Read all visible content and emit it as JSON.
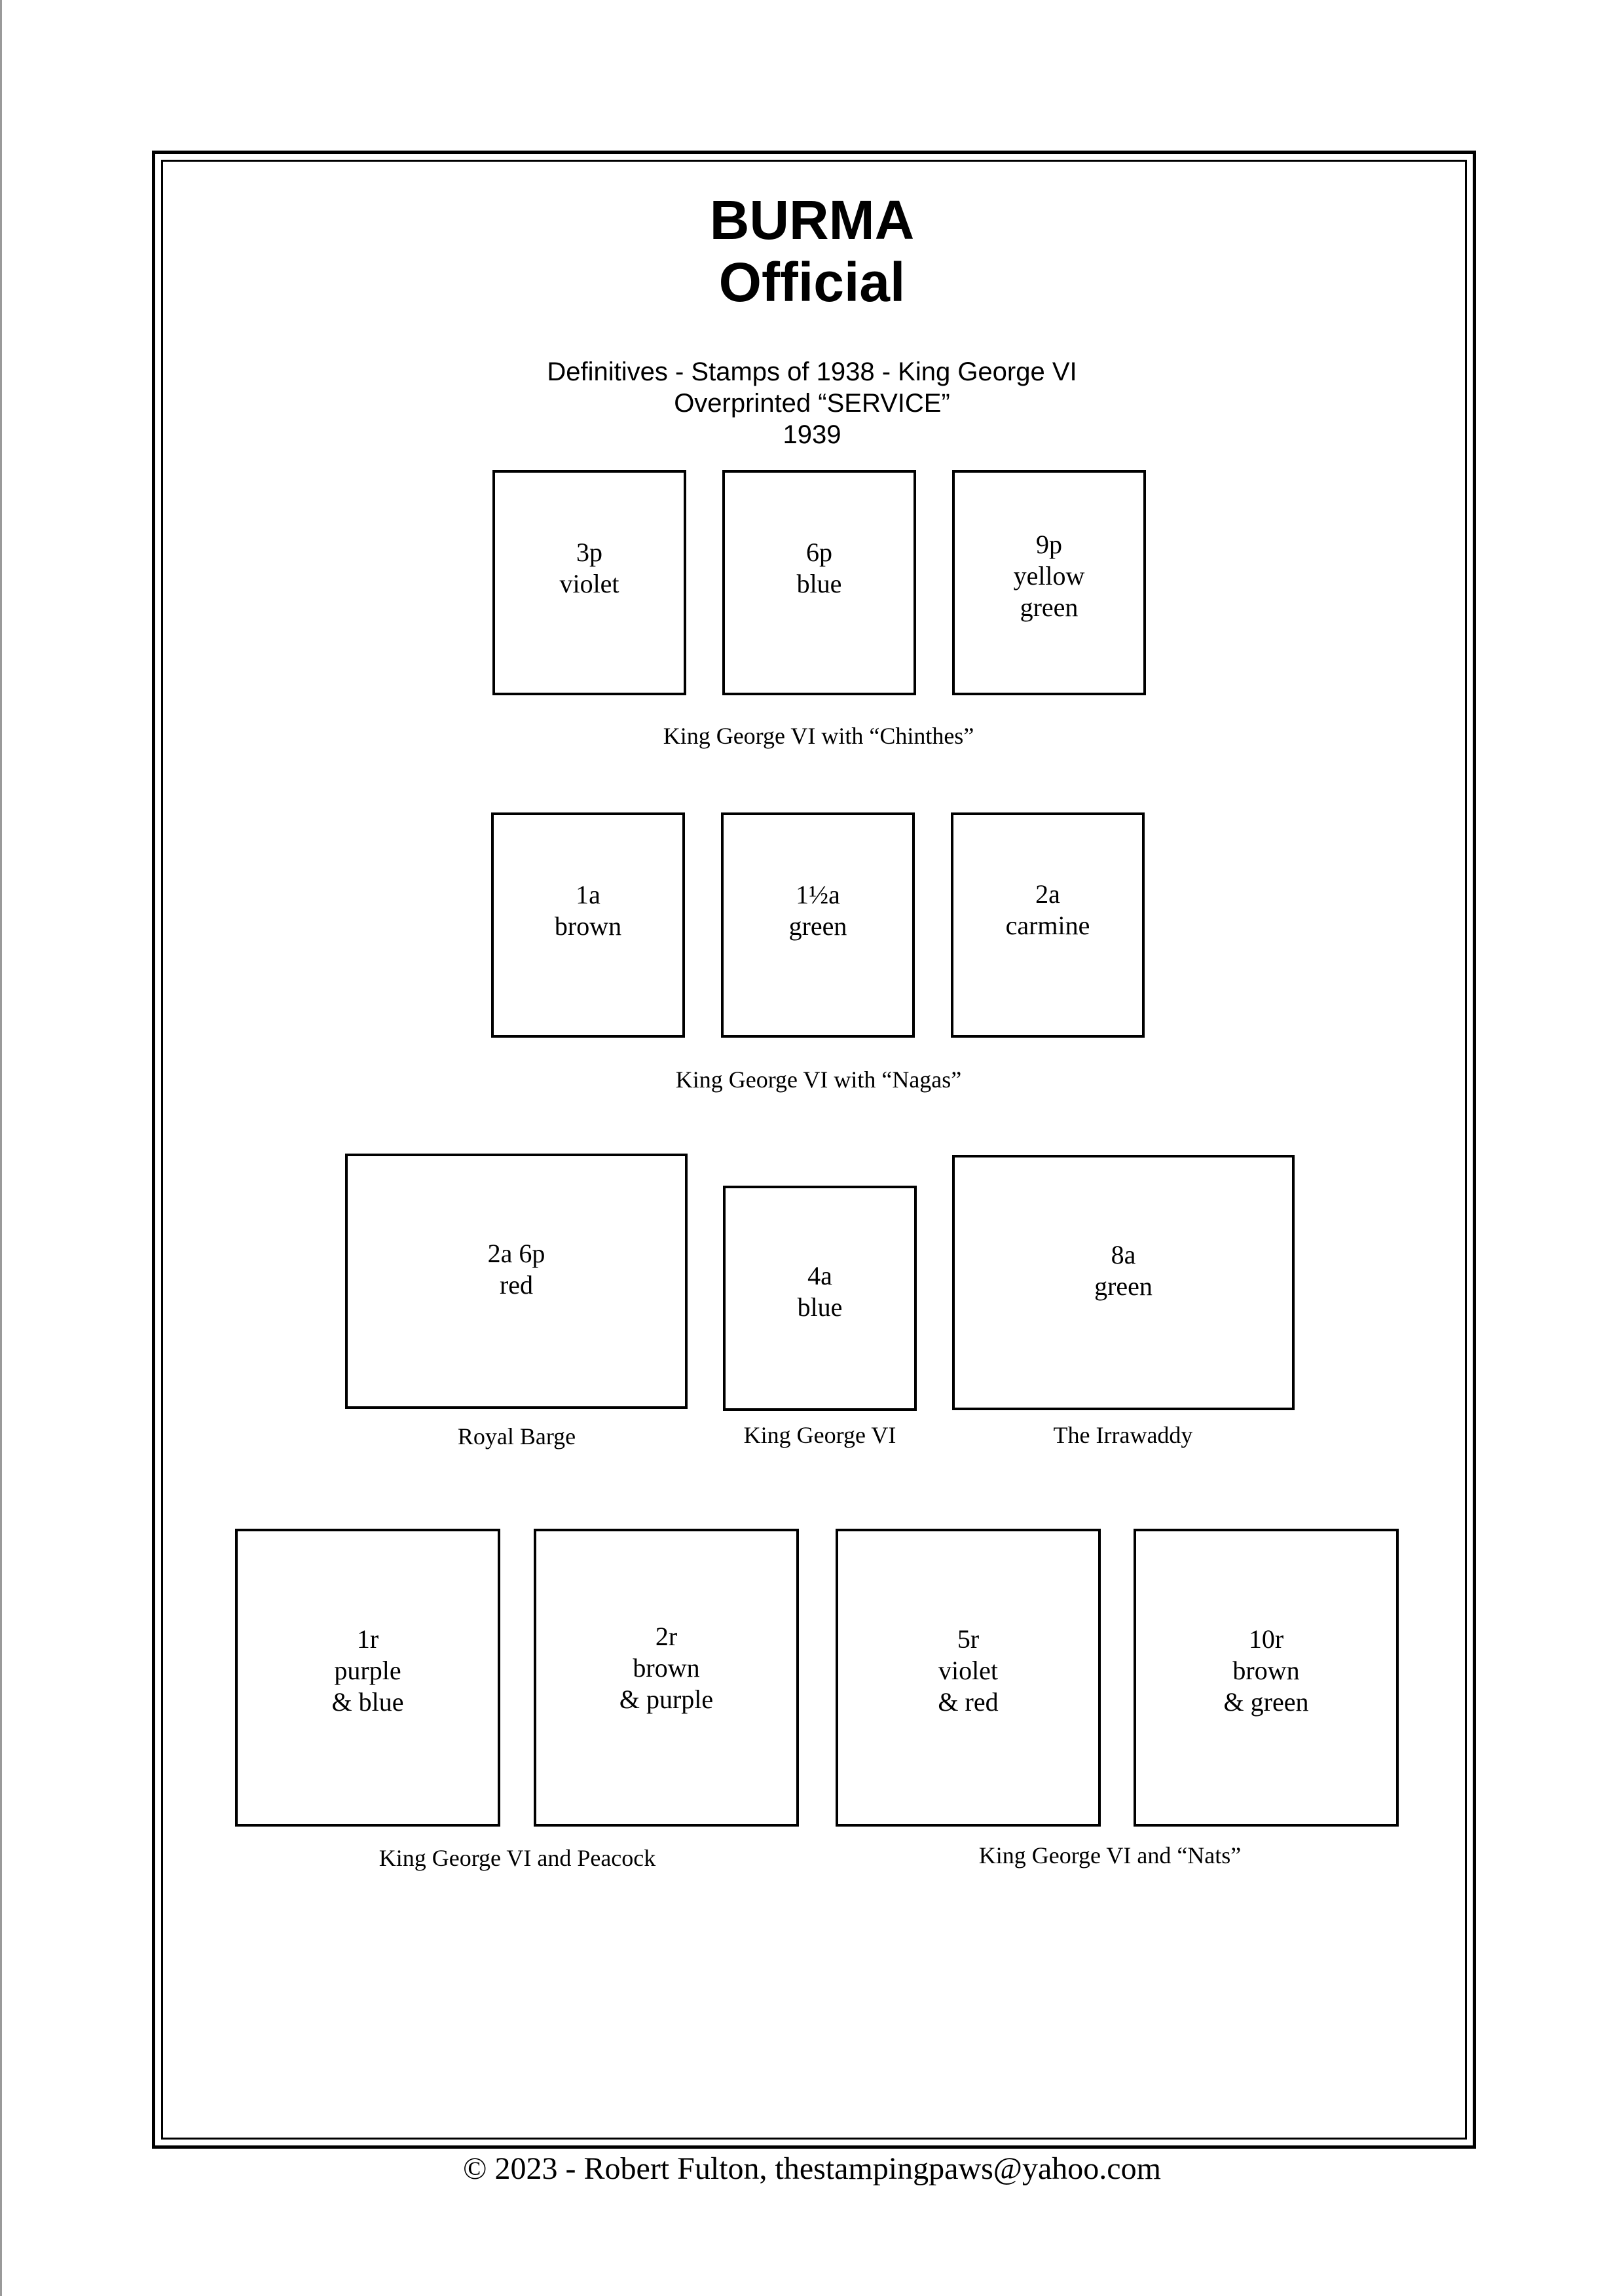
{
  "header": {
    "title_line1": "BURMA",
    "title_line2": "Official",
    "sub_line1": "Definitives - Stamps of 1938 -  King George VI",
    "sub_line2": "Overprinted “SERVICE”",
    "sub_line3": "1939"
  },
  "row1": {
    "stamps": [
      {
        "label": "3p\nviolet"
      },
      {
        "label": "6p\nblue"
      },
      {
        "label": "9p\nyellow\ngreen"
      }
    ],
    "caption": "King George VI with “Chinthes”"
  },
  "row2": {
    "stamps": [
      {
        "label": "1a\nbrown"
      },
      {
        "label": "1½a\ngreen"
      },
      {
        "label": "2a\ncarmine"
      }
    ],
    "caption": "King George VI with “Nagas”"
  },
  "row3": {
    "stamps": [
      {
        "label": "2a 6p\nred"
      },
      {
        "label": "4a\nblue"
      },
      {
        "label": "8a\ngreen"
      }
    ],
    "captions": [
      "Royal Barge",
      "King George VI",
      "The Irrawaddy"
    ]
  },
  "row4": {
    "stamps": [
      {
        "label": "1r\npurple\n& blue"
      },
      {
        "label": "2r\nbrown\n& purple"
      },
      {
        "label": "5r\nviolet\n& red"
      },
      {
        "label": "10r\nbrown\n& green"
      }
    ],
    "captions": [
      "King George VI and Peacock",
      "King George VI and “Nats”"
    ]
  },
  "footer": {
    "text": "© 2023 -  Robert Fulton, thestampingpaws@yahoo.com"
  }
}
